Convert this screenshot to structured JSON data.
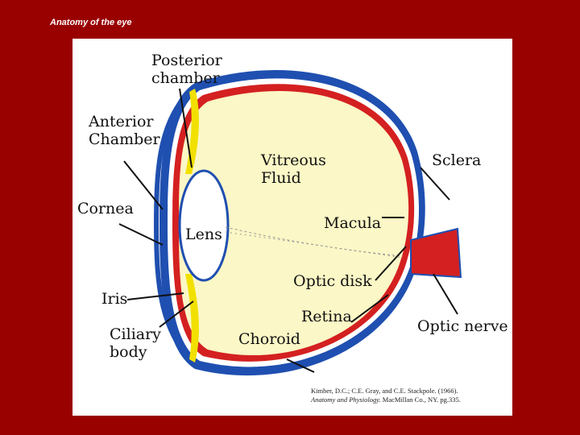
{
  "slide": {
    "title": "Anatomy of the eye"
  },
  "diagram": {
    "labels": {
      "posterior_chamber": "Posterior\nchamber",
      "anterior_chamber": "Anterior\nChamber",
      "cornea": "Cornea",
      "lens": "Lens",
      "iris": "Iris",
      "ciliary_body": "Ciliary\nbody",
      "vitreous_fluid": "Vitreous\nFluid",
      "macula": "Macula",
      "optic_disk": "Optic disk",
      "retina": "Retina",
      "choroid": "Choroid",
      "sclera": "Sclera",
      "optic_nerve": "Optic nerve"
    },
    "citation": {
      "line1": "Kimber, D.C.; C.E. Gray, and C.E. Stackpole. (1966).",
      "line2_italic": "Anatomy and Physiology.",
      "line2_rest": " MacMillan Co., NY. pg.335."
    },
    "colors": {
      "background": "#990000",
      "sclera": "#1f4fb0",
      "choroid_retina": "#d42020",
      "vitreous": "#fbf7c6",
      "ciliary": "#f2e000"
    }
  }
}
